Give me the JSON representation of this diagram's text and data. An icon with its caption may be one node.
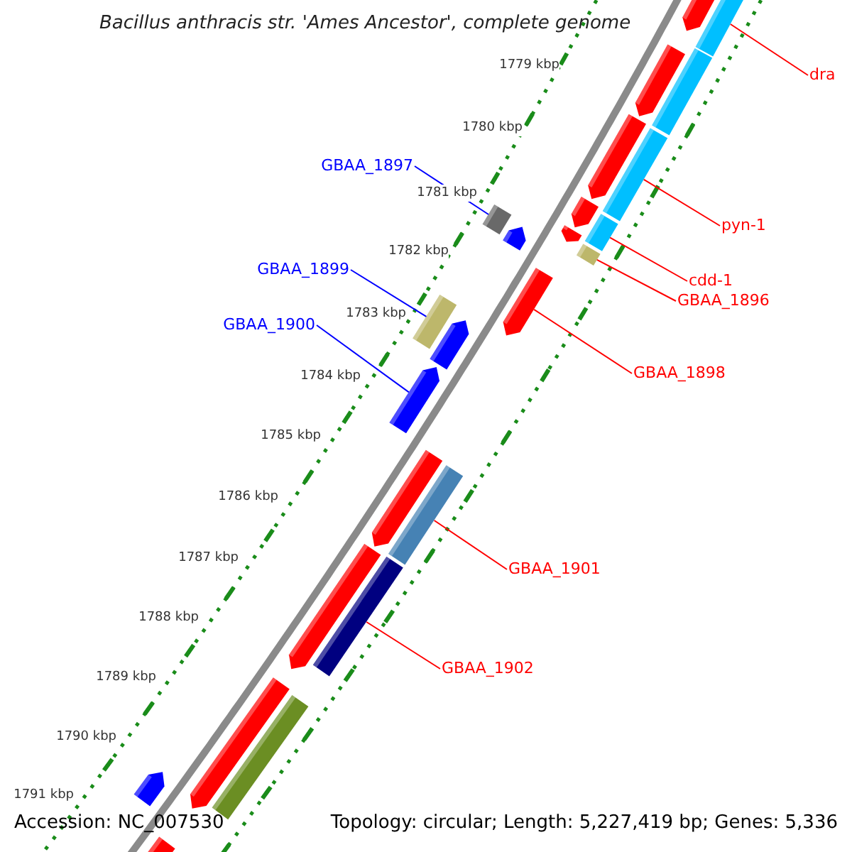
{
  "diagram": {
    "title": "Bacillus anthracis str. 'Ames Ancestor', complete genome",
    "nodes": [
      {
        "text": [
          "dra"
        ]
      },
      {
        "text": [],
        "shape": "bar"
      },
      {
        "text": [
          "GBAA_1897"
        ]
      },
      {
        "text": [],
        "shape": "bar"
      },
      {
        "text": [
          "pyn-1"
        ]
      },
      {
        "text": [],
        "shape": "bar"
      },
      {
        "text": [
          "cdd-1"
        ]
      },
      {
        "text": [],
        "shape": "bar"
      },
      {
        "text": [
          "GBAA_1896"
        ]
      },
      {
        "text": [],
        "shape": "bar"
      },
      {
        "text": [
          "GBAA_1899"
        ]
      },
      {
        "text": [],
        "shape": "bar"
      },
      {
        "text": [
          "GBAA_1900"
        ]
      },
      {
        "text": [],
        "shape": "bar"
      },
      {
        "text": [
          "GBAA_1898"
        ]
      },
      {
        "text": [],
        "shape": "bar"
      },
      {
        "text": [
          "GBAA_1901"
        ]
      },
      {
        "text": [],
        "shape": "bar"
      },
      {
        "text": [
          "GBAA_1902"
        ]
      },
      {
        "text": [],
        "shape": "bar"
      },
      {
        "text": [],
        "shape": "bar"
      },
      {
        "text": [],
        "shape": "bar"
      },
      {
        "text": [],
        "shape": "bar"
      },
      {
        "text": [],
        "shape": "bar"
      },
      {
        "text": [],
        "shape": "bar"
      },
      {
        "text": [],
        "shape": "bar"
      },
      {
        "text": [],
        "shape": "bar"
      },
      {
        "text": [],
        "shape": "bar"
      },
      {
        "text": [],
        "shape": "bar"
      },
      {
        "text": [],
        "shape": "bar"
      },
      {
        "text": [],
        "shape": "bar"
      },
      {
        "text": [],
        "shape": "bar"
      },
      {
        "text": [],
        "shape": "bar"
      },
      {
        "text": [],
        "shape": "bar"
      }
    ],
    "edges": [
      {
        "from": 0,
        "to": 1,
        "arrow": "none"
      },
      {
        "from": 2,
        "to": 3,
        "arrow": "none",
        "color": "#0000ff"
      },
      {
        "from": 4,
        "to": 5,
        "arrow": "none"
      },
      {
        "from": 6,
        "to": 7,
        "arrow": "none"
      },
      {
        "from": 8,
        "to": 9,
        "arrow": "none"
      },
      {
        "from": 10,
        "to": 11,
        "arrow": "none",
        "color": "#0000ff"
      },
      {
        "from": 12,
        "to": 13,
        "arrow": "none",
        "color": "#0000ff"
      },
      {
        "from": 14,
        "to": 15,
        "arrow": "none"
      },
      {
        "from": 16,
        "to": 17,
        "arrow": "none"
      },
      {
        "from": 18,
        "to": 19,
        "arrow": "none"
      }
    ],
    "labels": [
      "1779 kbp",
      "1780 kbp",
      "1781 kbp",
      "1782 kbp",
      "1783 kbp",
      "1784 kbp",
      "1785 kbp",
      "1786 kbp",
      "1787 kbp",
      "1788 kbp",
      "1789 kbp",
      "1790 kbp",
      "1791 kbp",
      "Accession: NC_007530",
      "Topology: circular; Length: 5,227,419 bp; Genes: 5,336"
    ]
  }
}
